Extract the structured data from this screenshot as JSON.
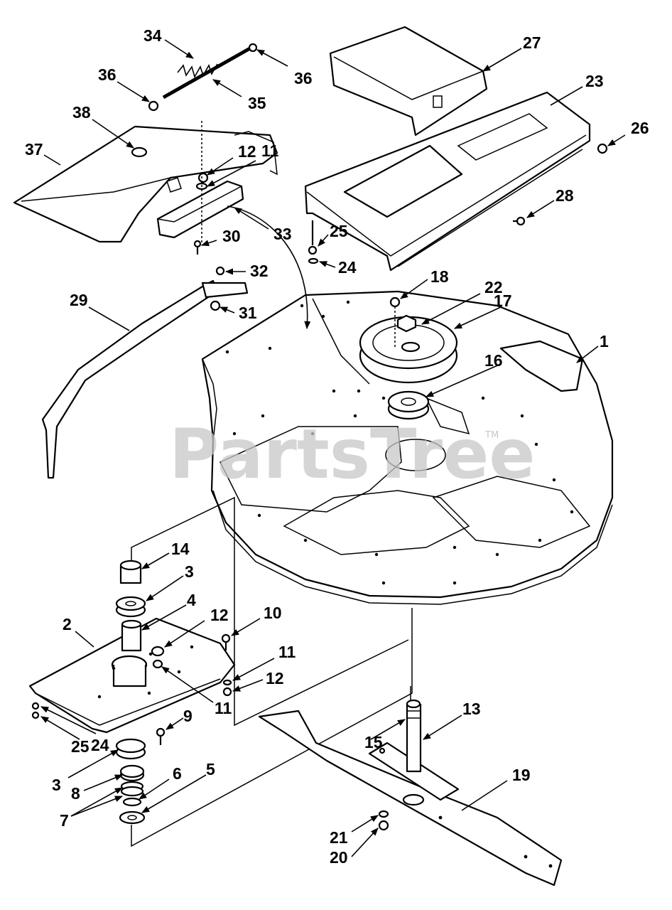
{
  "watermark": {
    "text": "PartsTree",
    "tm": "TM"
  },
  "callouts": [
    {
      "id": "34",
      "text": "34"
    },
    {
      "id": "36a",
      "text": "36"
    },
    {
      "id": "36b",
      "text": "36"
    },
    {
      "id": "35",
      "text": "35"
    },
    {
      "id": "38",
      "text": "38"
    },
    {
      "id": "37",
      "text": "37"
    },
    {
      "id": "12a",
      "text": "12"
    },
    {
      "id": "11a",
      "text": "11"
    },
    {
      "id": "30",
      "text": "30"
    },
    {
      "id": "33",
      "text": "33"
    },
    {
      "id": "32",
      "text": "32"
    },
    {
      "id": "31",
      "text": "31"
    },
    {
      "id": "29",
      "text": "29"
    },
    {
      "id": "27",
      "text": "27"
    },
    {
      "id": "23",
      "text": "23"
    },
    {
      "id": "26",
      "text": "26"
    },
    {
      "id": "28",
      "text": "28"
    },
    {
      "id": "25a",
      "text": "25"
    },
    {
      "id": "24a",
      "text": "24"
    },
    {
      "id": "18",
      "text": "18"
    },
    {
      "id": "22",
      "text": "22"
    },
    {
      "id": "17",
      "text": "17"
    },
    {
      "id": "1",
      "text": "1"
    },
    {
      "id": "16",
      "text": "16"
    },
    {
      "id": "14",
      "text": "14"
    },
    {
      "id": "3a",
      "text": "3"
    },
    {
      "id": "4",
      "text": "4"
    },
    {
      "id": "2",
      "text": "2"
    },
    {
      "id": "12b",
      "text": "12"
    },
    {
      "id": "10",
      "text": "10"
    },
    {
      "id": "11b",
      "text": "11"
    },
    {
      "id": "12c",
      "text": "12"
    },
    {
      "id": "11c",
      "text": "11"
    },
    {
      "id": "9",
      "text": "9"
    },
    {
      "id": "25b",
      "text": "25"
    },
    {
      "id": "24b",
      "text": "24"
    },
    {
      "id": "3b",
      "text": "3"
    },
    {
      "id": "8",
      "text": "8"
    },
    {
      "id": "6",
      "text": "6"
    },
    {
      "id": "5",
      "text": "5"
    },
    {
      "id": "7",
      "text": "7"
    },
    {
      "id": "13",
      "text": "13"
    },
    {
      "id": "15",
      "text": "15"
    },
    {
      "id": "19",
      "text": "19"
    },
    {
      "id": "21",
      "text": "21"
    },
    {
      "id": "20",
      "text": "20"
    }
  ]
}
